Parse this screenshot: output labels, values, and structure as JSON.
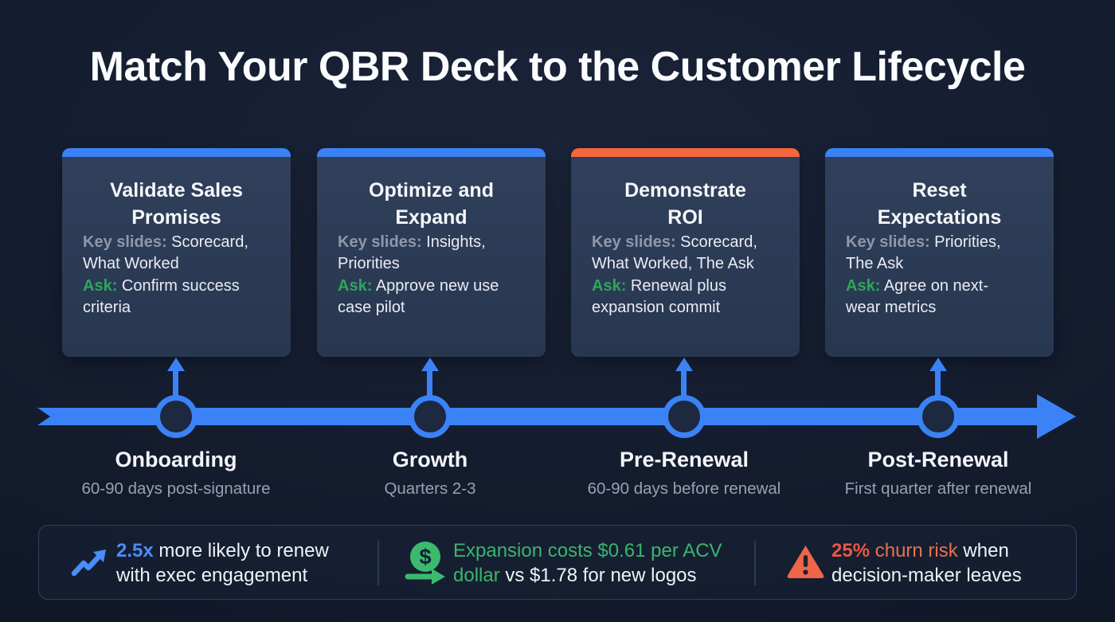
{
  "title": "Match Your QBR Deck to the Customer Lifecycle",
  "colors": {
    "background": "#131b2d",
    "card_body": "#2c3a54",
    "accent_blue": "#3b82f6",
    "accent_orange": "#f5653e",
    "green": "#3bb56c",
    "card_green_label": "#2da65c",
    "gray_label": "#9097ab",
    "stat_red": "#ea5743",
    "stat_orange": "#ea6f4f"
  },
  "cards": [
    {
      "title": "Validate Sales\nPromises",
      "accent": "#3b82f6",
      "key_slides_label": "Key slides:",
      "key_slides": " Scorecard,\nWhat Worked",
      "ask_label": "Ask:",
      "ask": " Confirm success\ncriteria"
    },
    {
      "title": "Optimize and\nExpand",
      "accent": "#3b82f6",
      "key_slides_label": "Key slides:",
      "key_slides": " Insights,\nPriorities",
      "ask_label": "Ask:",
      "ask": " Approve new use\ncase pilot"
    },
    {
      "title": "Demonstrate\nROI",
      "accent": "#f5653e",
      "key_slides_label": "Key slides:",
      "key_slides": " Scorecard,\nWhat Worked, The Ask",
      "ask_label": "Ask:",
      "ask": " Renewal plus\nexpansion commit"
    },
    {
      "title": "Reset\nExpectations",
      "accent": "#3b82f6",
      "key_slides_label": "Key slides:",
      "key_slides": " Priorities,\nThe Ask",
      "ask_label": "Ask:",
      "ask": " Agree on next-\nwear metrics"
    }
  ],
  "timeline": {
    "stages": [
      {
        "label": "Onboarding",
        "sublabel": "60-90 days post-signature"
      },
      {
        "label": "Growth",
        "sublabel": "Quarters 2-3"
      },
      {
        "label": "Pre-Renewal",
        "sublabel": "60-90 days before renewal"
      },
      {
        "label": "Post-Renewal",
        "sublabel": "First quarter after renewal"
      }
    ]
  },
  "stats": [
    {
      "icon": "trending-up-icon",
      "highlight": "2.5x",
      "text": " more likely to renew\nwith exec engagement"
    },
    {
      "icon": "dollar-coin-arrow-icon",
      "highlight": "Expansion costs $0.61 per ACV\ndollar",
      "text": " vs $1.78 for new logos"
    },
    {
      "icon": "warning-triangle-icon",
      "highlight": "25%",
      "highlight2": " churn risk",
      "text": " when\ndecision-maker leaves"
    }
  ]
}
